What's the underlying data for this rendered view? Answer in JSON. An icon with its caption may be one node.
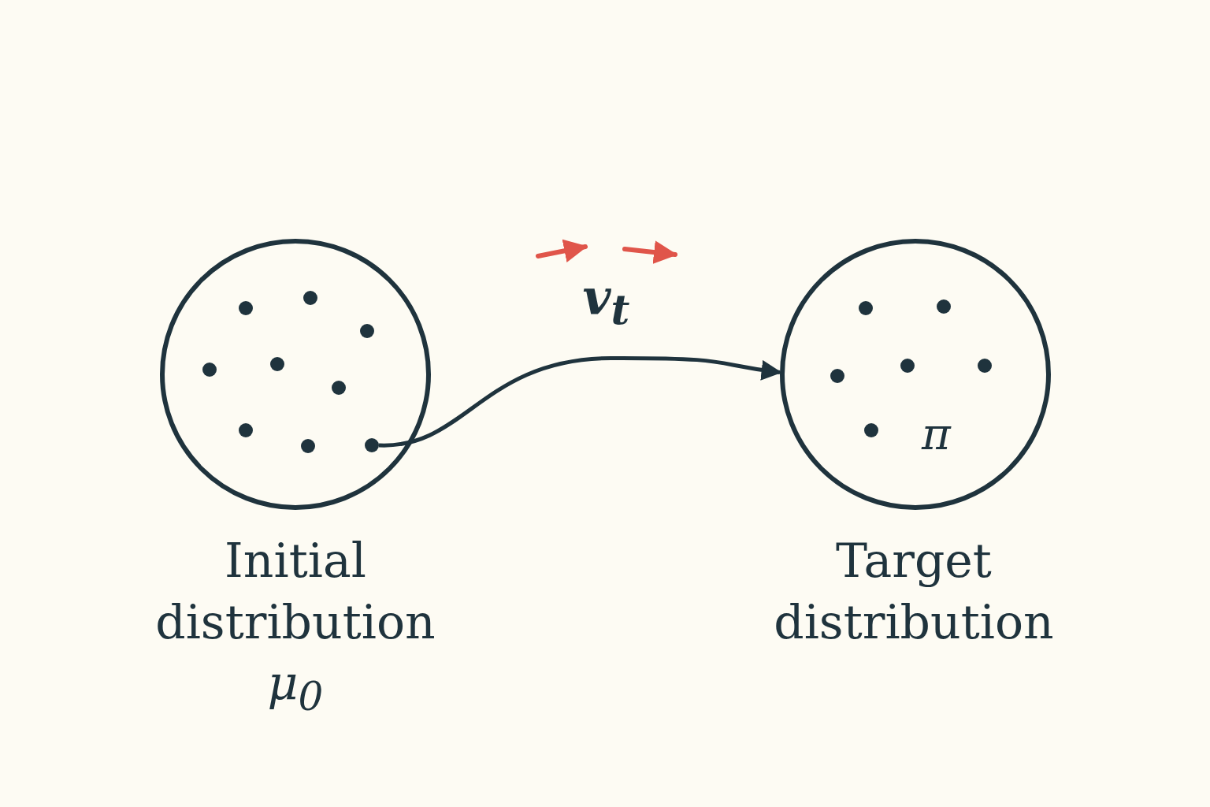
{
  "diagram": {
    "nodes": [
      {
        "text": [],
        "shape": "circle",
        "beside": [
          "Initial distribution",
          "μ$_{0}$"
        ]
      },
      {
        "text": [],
        "shape": "circle",
        "in": 0
      },
      {
        "text": [],
        "shape": "circle",
        "in": 0
      },
      {
        "text": [],
        "shape": "circle",
        "in": 0
      },
      {
        "text": [],
        "shape": "circle",
        "in": 0
      },
      {
        "text": [],
        "shape": "circle",
        "in": 0
      },
      {
        "text": [],
        "shape": "circle",
        "in": 0
      },
      {
        "text": [],
        "shape": "circle",
        "in": 0
      },
      {
        "text": [],
        "shape": "circle",
        "in": 0
      },
      {
        "text": [],
        "shape": "circle",
        "in": 0
      },
      {
        "text": [
          "π"
        ],
        "beside": [
          "Target distribution"
        ]
      },
      {
        "text": [],
        "shape": "circle",
        "in": 10
      },
      {
        "text": [],
        "shape": "circle",
        "in": 10
      },
      {
        "text": [],
        "shape": "circle",
        "in": 10
      },
      {
        "text": [],
        "shape": "circle",
        "in": 10
      },
      {
        "text": [],
        "shape": "circle",
        "in": 10
      },
      {
        "text": [],
        "shape": "circle",
        "in": 10
      }
    ],
    "edges": [
      {
        "from": 9,
        "to": 10,
        "arrow": "to",
        "label": "v$_{t}$"
      }
    ]
  }
}
